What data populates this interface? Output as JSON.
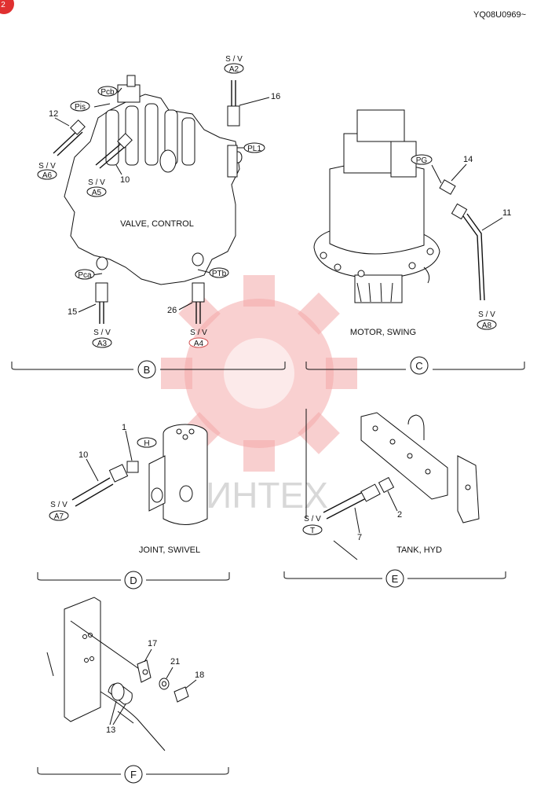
{
  "doc_code": "YQ08U0969~",
  "page_badge": "2",
  "watermark_text": "ИНТЕХ",
  "colors": {
    "watermark": "#f08c8c",
    "badge": "#e03030",
    "ink": "#111111"
  },
  "sections": {
    "B": {
      "title": "VALVE, CONTROL",
      "letter": "B"
    },
    "C": {
      "title": "MOTOR, SWING",
      "letter": "C"
    },
    "D": {
      "title": "JOINT, SWIVEL",
      "letter": "D"
    },
    "E": {
      "title": "TANK, HYD",
      "letter": "E"
    },
    "F": {
      "letter": "F"
    }
  },
  "sv": "S / V",
  "ports": {
    "A2": "A2",
    "A3": "A3",
    "A4": "A4",
    "A5": "A5",
    "A6": "A6",
    "A7": "A7",
    "A8": "A8",
    "T": "T",
    "Pcb": "Pcb",
    "Pis": "Pis",
    "PL1": "PL1",
    "Pca": "Pca",
    "PTb": "PTb",
    "PG": "PG",
    "H": "H"
  },
  "refs": {
    "r12": "12",
    "r16": "16",
    "r10a": "10",
    "r15": "15",
    "r26": "26",
    "r14": "14",
    "r11": "11",
    "r1": "1",
    "r10b": "10",
    "r2": "2",
    "r7": "7",
    "r17": "17",
    "r21": "21",
    "r18": "18",
    "r13": "13"
  }
}
